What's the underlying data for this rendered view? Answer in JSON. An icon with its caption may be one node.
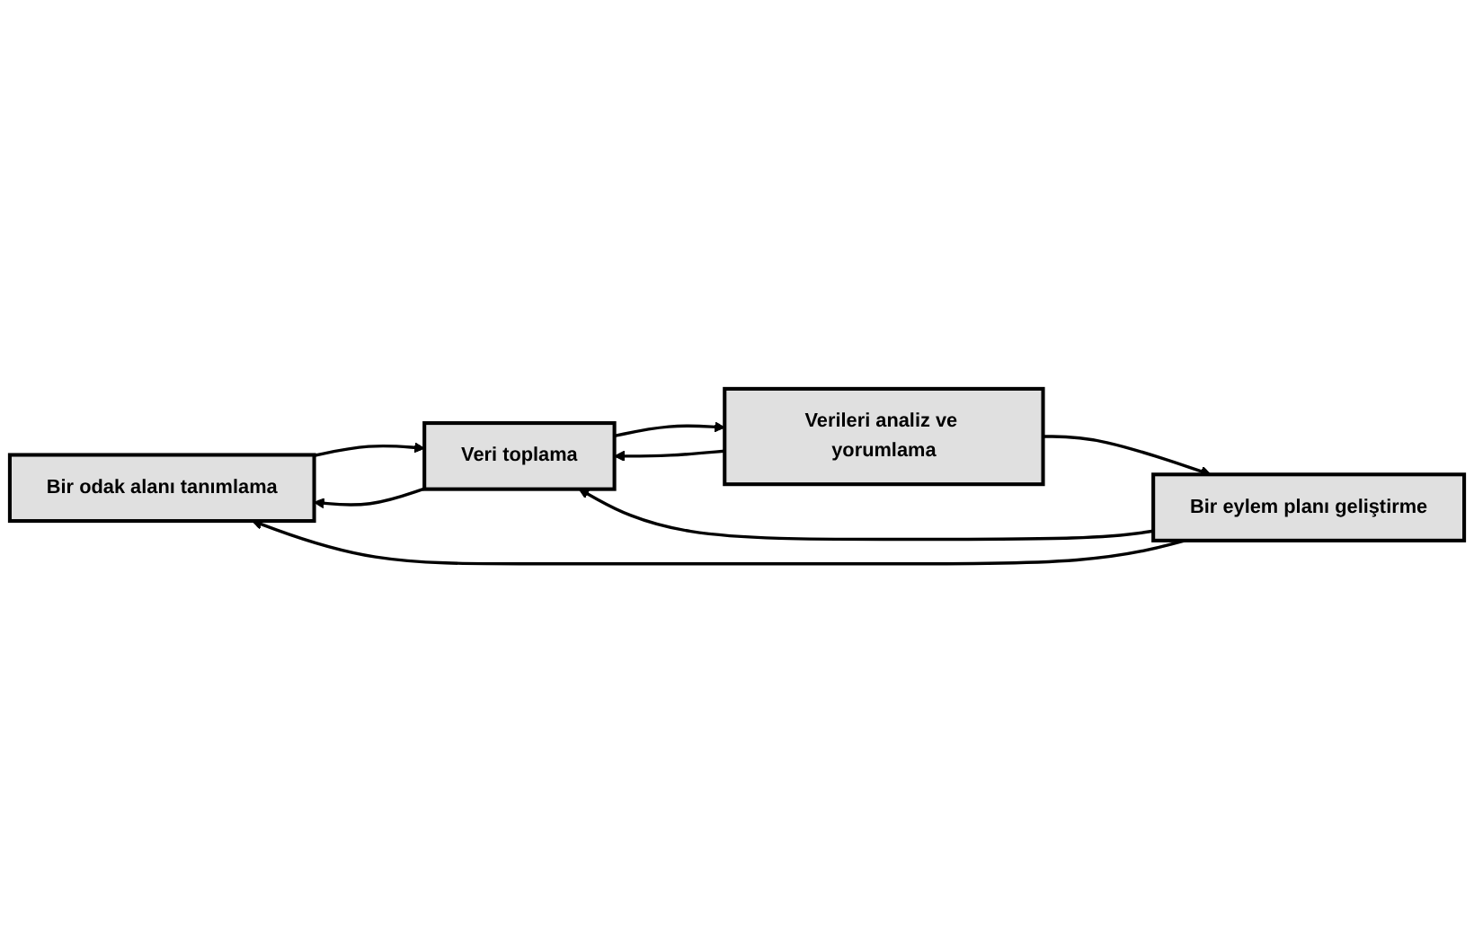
{
  "diagram": {
    "nodes": [
      {
        "text": [
          "Bir odak alanı tanımlama"
        ]
      },
      {
        "text": [
          "Bir eylem planı geliştirme"
        ]
      },
      {
        "text": [
          "Veri toplama"
        ]
      },
      {
        "text": [
          "Verileri analiz ve yorumlama"
        ]
      }
    ],
    "edges": [
      {
        "from": 1,
        "to": 0,
        "arrow": "to"
      },
      {
        "from": 0,
        "to": 2,
        "arrow": "to"
      },
      {
        "from": 2,
        "to": 0,
        "arrow": "to"
      },
      {
        "from": 1,
        "to": 2,
        "arrow": "to"
      },
      {
        "from": 2,
        "to": 3,
        "arrow": "to"
      },
      {
        "from": 3,
        "to": 2,
        "arrow": "to"
      },
      {
        "from": 3,
        "to": 1,
        "arrow": "to"
      }
    ]
  }
}
